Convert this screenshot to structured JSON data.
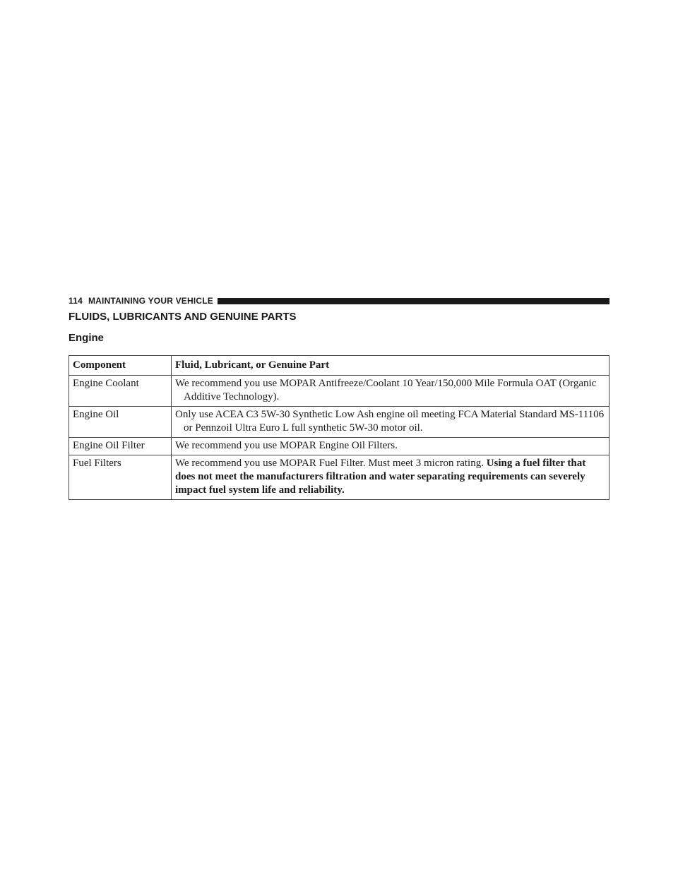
{
  "header": {
    "page_number": "114",
    "section_title": "MAINTAINING YOUR VEHICLE"
  },
  "title": "FLUIDS, LUBRICANTS AND GENUINE PARTS",
  "subtitle": "Engine",
  "table": {
    "headers": [
      "Component",
      "Fluid, Lubricant, or Genuine Part"
    ],
    "rows": [
      {
        "component": "Engine Coolant",
        "text": "We recommend you use MOPAR Antifreeze/Coolant 10 Year/150,000 Mile Formula OAT (Organic Additive Technology).",
        "bold_text": ""
      },
      {
        "component": "Engine Oil",
        "text": "Only use ACEA C3 5W-30 Synthetic Low Ash engine oil meeting FCA Material Standard MS-11106 or Pennzoil Ultra Euro L full synthetic 5W-30 motor oil.",
        "bold_text": ""
      },
      {
        "component": "Engine Oil Filter",
        "text": "We recommend you use MOPAR Engine Oil Filters.",
        "bold_text": ""
      },
      {
        "component": "Fuel Filters",
        "text": "We recommend you use MOPAR Fuel Filter. Must meet 3 micron rating.",
        "bold_text": "Using a fuel filter that does not meet the manufacturers filtration and water separating requirements can severely impact fuel system life and reliability."
      }
    ]
  }
}
